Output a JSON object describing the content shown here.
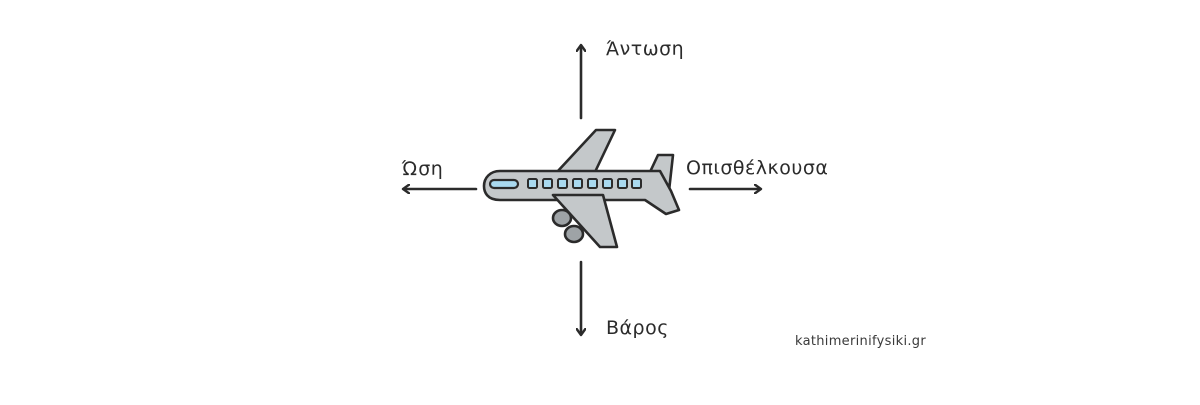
{
  "forces": {
    "lift": "Άντωση",
    "thrust": "Ώση",
    "drag": "Οπισθέλκουσα",
    "weight": "Βάρος"
  },
  "watermark": "kathimerinifysiki.gr",
  "colors": {
    "outline": "#2b2b2b",
    "fuselage": "#c4c8ca",
    "window": "#a9d9ef",
    "arrow": "#2b2b2b"
  }
}
